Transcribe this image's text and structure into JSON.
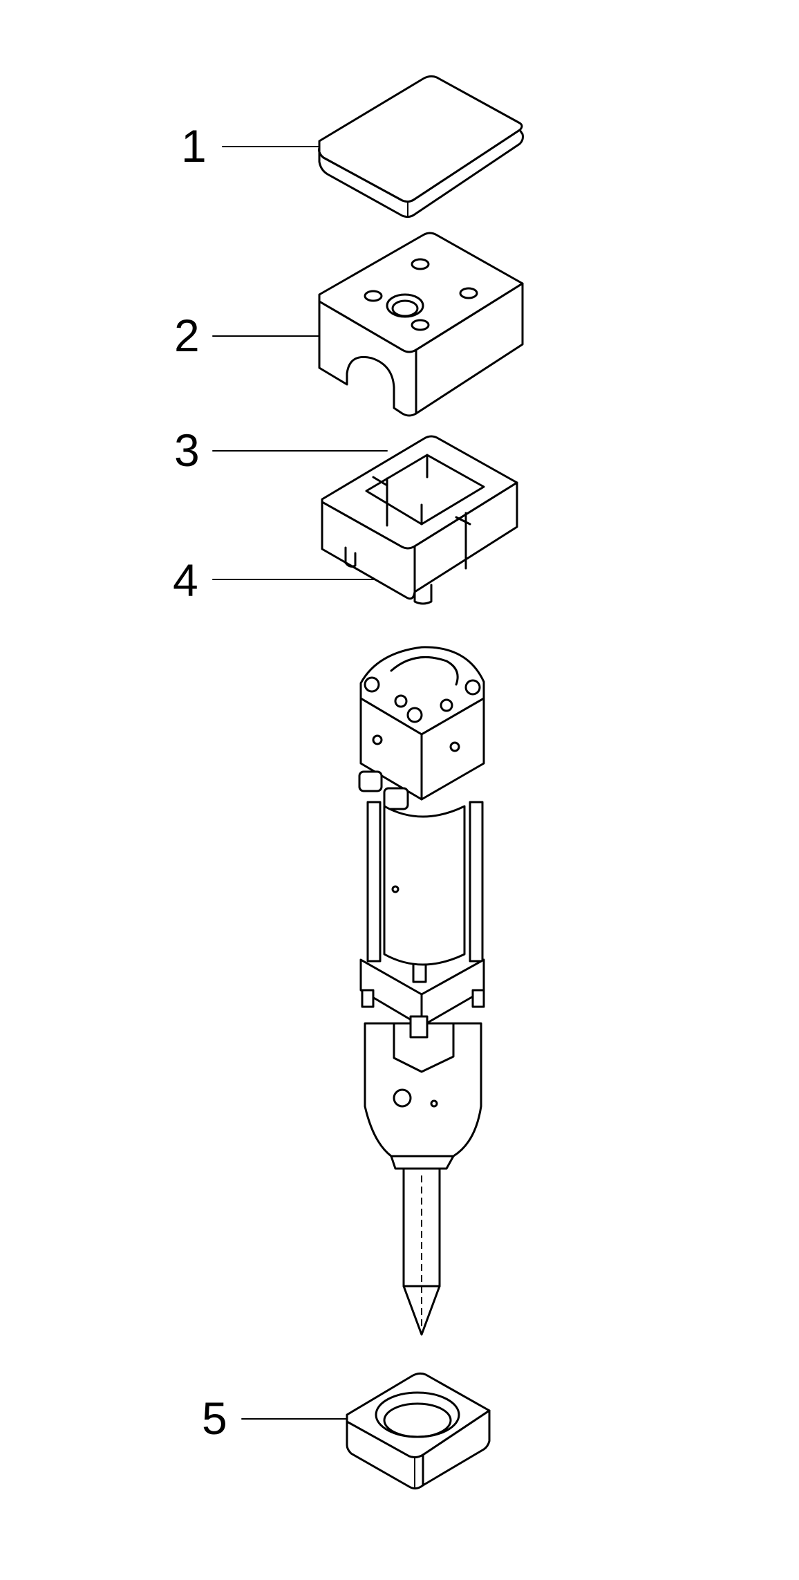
{
  "labels": [
    {
      "id": "1",
      "text": "1"
    },
    {
      "id": "2",
      "text": "2"
    },
    {
      "id": "3",
      "text": "3"
    },
    {
      "id": "4",
      "text": "4"
    },
    {
      "id": "5",
      "text": "5"
    }
  ],
  "colors": {
    "ink": "#000000",
    "paper": "#ffffff"
  }
}
